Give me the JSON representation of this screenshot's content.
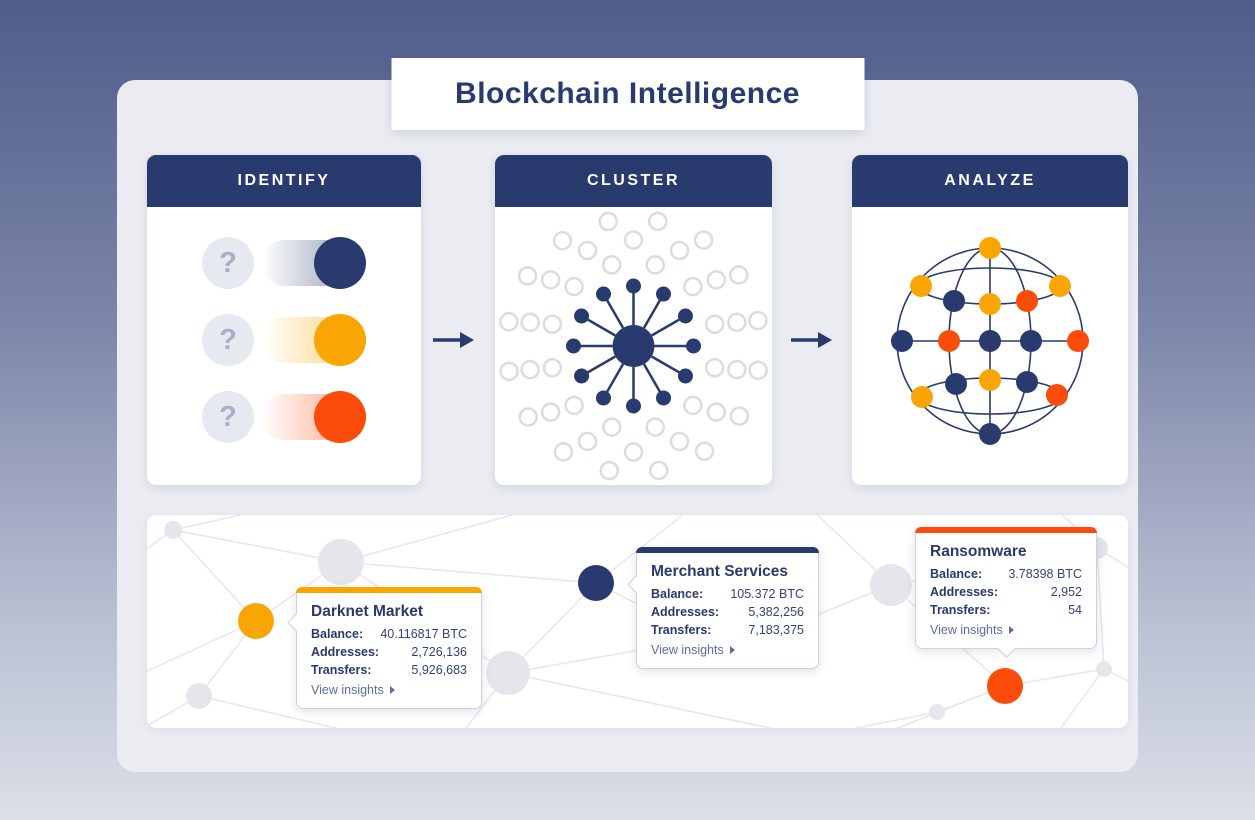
{
  "title": "Blockchain Intelligence",
  "colors": {
    "navy": "#293a6e",
    "orange": "#f9a602",
    "red": "#fb4d09",
    "container": "#eaecf2",
    "link": "#5b6ca0"
  },
  "steps": [
    {
      "label": "IDENTIFY"
    },
    {
      "label": "CLUSTER"
    },
    {
      "label": "ANALYZE"
    }
  ],
  "glyphs": {
    "question": "?"
  },
  "identify_rows": [
    {
      "icon": "question-mark",
      "node_color": "#293a6e"
    },
    {
      "icon": "question-mark",
      "node_color": "#f9a602"
    },
    {
      "icon": "question-mark",
      "node_color": "#fb4d09"
    }
  ],
  "cards": [
    {
      "title": "Darknet Market",
      "accent": "#f9a602",
      "fields": [
        {
          "label": "Balance:",
          "value": "40.116817 BTC"
        },
        {
          "label": "Addresses:",
          "value": "2,726,136"
        },
        {
          "label": "Transfers:",
          "value": "5,926,683"
        }
      ],
      "link": "View insights"
    },
    {
      "title": "Merchant Services",
      "accent": "#293a6e",
      "fields": [
        {
          "label": "Balance:",
          "value": "105.372 BTC"
        },
        {
          "label": "Addresses:",
          "value": "5,382,256"
        },
        {
          "label": "Transfers:",
          "value": "7,183,375"
        }
      ],
      "link": "View insights"
    },
    {
      "title": "Ransomware",
      "accent": "#fb4d09",
      "fields": [
        {
          "label": "Balance:",
          "value": "3.78398 BTC"
        },
        {
          "label": "Addresses:",
          "value": "2,952"
        },
        {
          "label": "Transfers:",
          "value": "54"
        }
      ],
      "link": "View insights"
    }
  ]
}
